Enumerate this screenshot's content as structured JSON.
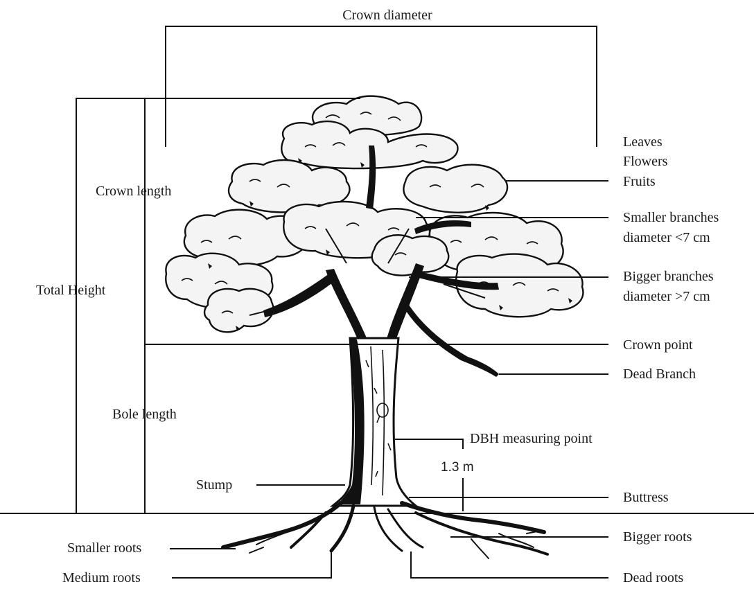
{
  "diagram": {
    "labels": {
      "crown_diameter": "Crown diameter",
      "crown_length": "Crown length",
      "total_height": "Total Height",
      "bole_length": "Bole length",
      "leaves": "Leaves",
      "flowers": "Flowers",
      "fruits": "Fruits",
      "smaller_branches_1": "Smaller branches",
      "smaller_branches_2": "diameter <7 cm",
      "bigger_branches_1": "Bigger branches",
      "bigger_branches_2": "diameter >7 cm",
      "crown_point": "Crown point",
      "dead_branch": "Dead Branch",
      "dbh_point": "DBH measuring point",
      "dbh_height": "1.3 m",
      "stump": "Stump",
      "buttress": "Buttress",
      "bigger_roots": "Bigger roots",
      "smaller_roots": "Smaller roots",
      "medium_roots": "Medium roots",
      "dead_roots": "Dead roots"
    }
  }
}
